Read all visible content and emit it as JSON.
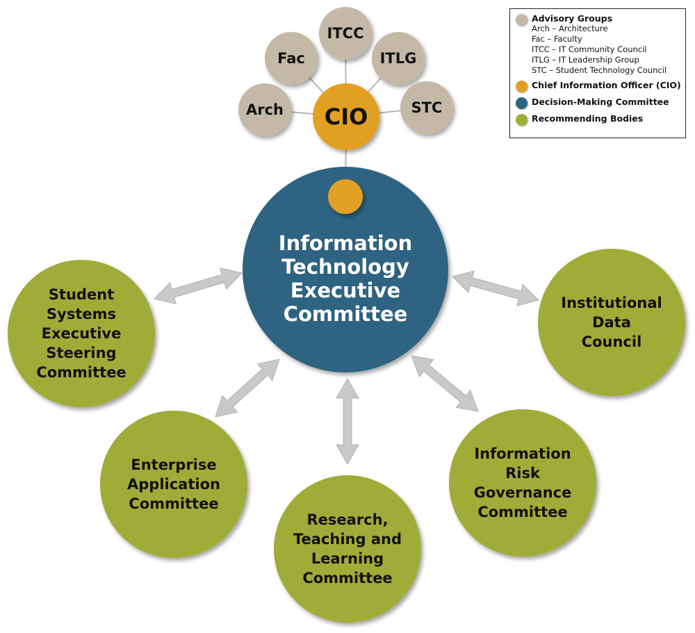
{
  "colors": {
    "advisory": "#c4b9a7",
    "cio": "#e2a024",
    "decision": "#2e6381",
    "recommending": "#9fac37",
    "arrow": "#c9c9c9",
    "connector": "#b5b5b5"
  },
  "advisory_groups": [
    {
      "abbr": "Arch"
    },
    {
      "abbr": "Fac"
    },
    {
      "abbr": "ITCC"
    },
    {
      "abbr": "ITLG"
    },
    {
      "abbr": "STC"
    }
  ],
  "cio": {
    "label": "CIO"
  },
  "executive_committee": {
    "lines": [
      "Information",
      "Technology",
      "Executive",
      "Committee"
    ]
  },
  "recommending_bodies": [
    {
      "lines": [
        "Student",
        "Systems",
        "Executive",
        "Steering",
        "Committee"
      ]
    },
    {
      "lines": [
        "Institutional",
        "Data",
        "Council"
      ]
    },
    {
      "lines": [
        "Enterprise",
        "Application",
        "Committee"
      ]
    },
    {
      "lines": [
        "Research,",
        "Teaching and",
        "Learning",
        "Committee"
      ]
    },
    {
      "lines": [
        "Information",
        "Risk",
        "Governance",
        "Committee"
      ]
    }
  ],
  "legend": {
    "advisory_title": "Advisory Groups",
    "advisory_items": [
      "Arch – Architecture",
      "Fac – Faculty",
      "ITCC – IT Community Council",
      "ITLG – IT Leadership Group",
      "STC – Student Technology Council"
    ],
    "cio": "Chief Information Officer (CIO)",
    "decision": "Decision-Making Committee",
    "recommending": "Recommending Bodies"
  }
}
